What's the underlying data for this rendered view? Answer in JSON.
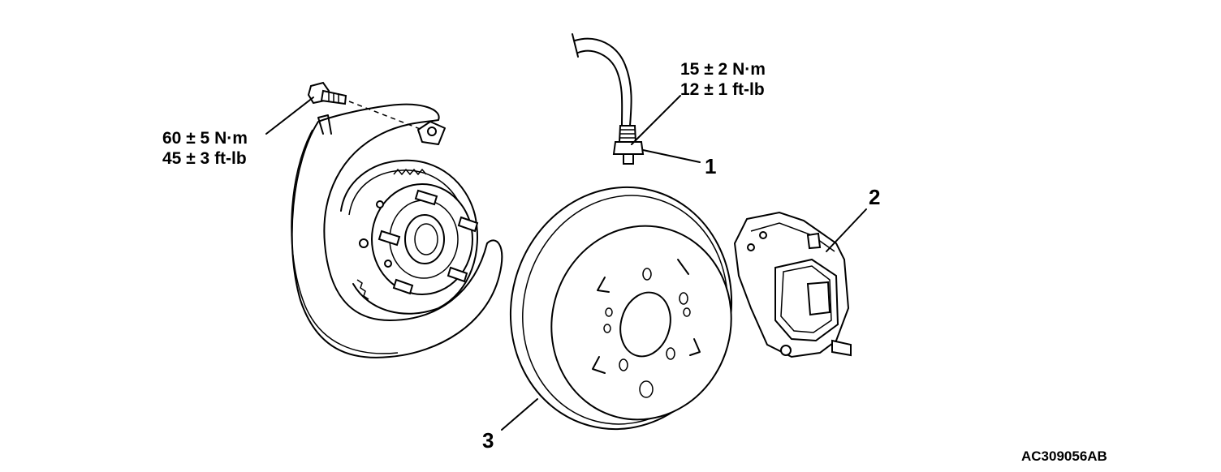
{
  "torque_bolt": {
    "line1": "60 ± 5 N·m",
    "line2": "45 ± 3 ft-lb"
  },
  "torque_hose": {
    "line1": "15 ± 2 N·m",
    "line2": "12 ± 1 ft-lb"
  },
  "callouts": {
    "c1": "1",
    "c2": "2",
    "c3": "3"
  },
  "reference_code": "AC309056AB"
}
